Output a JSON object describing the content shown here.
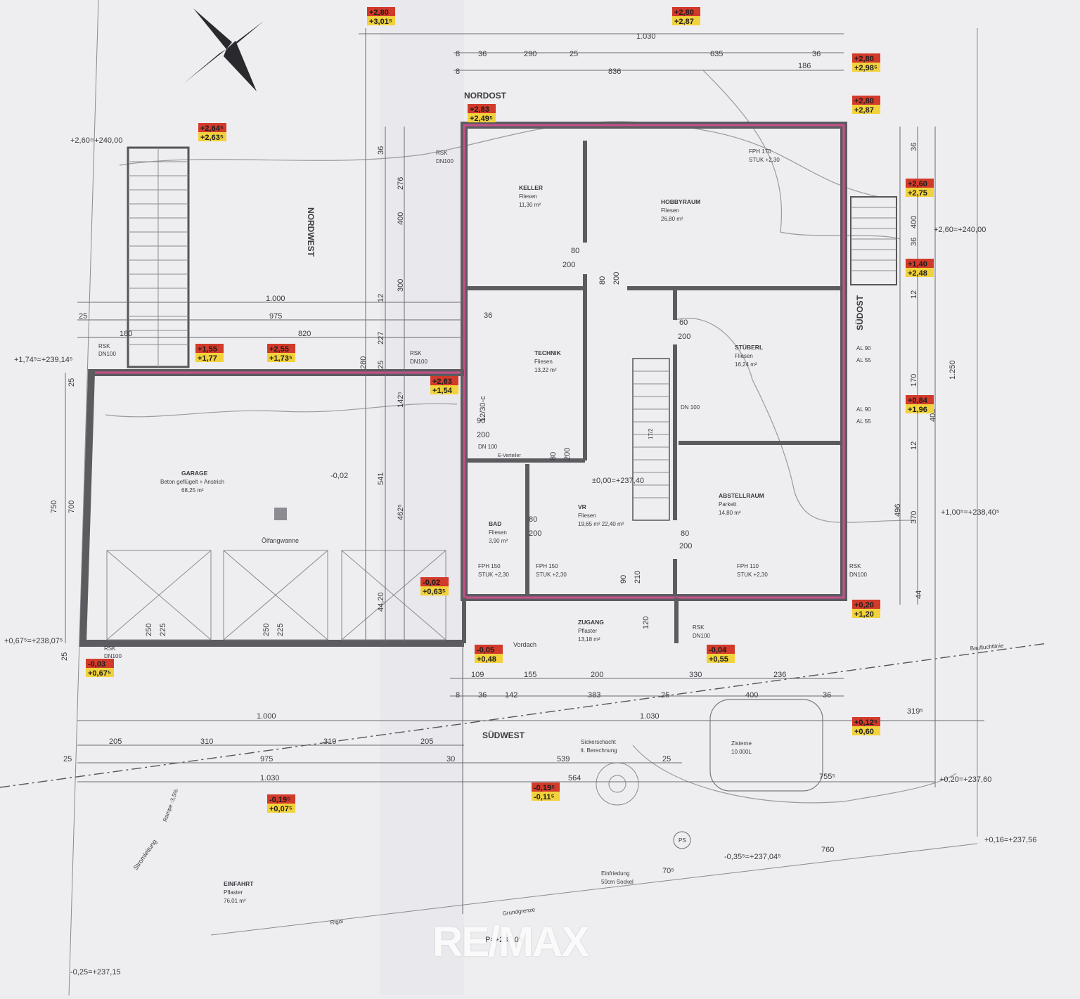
{
  "directions": {
    "nordost": "NORDOST",
    "nordwest": "NORDWEST",
    "suedost": "SÜDOST",
    "suedwest": "SÜDWEST"
  },
  "rooms": {
    "keller": {
      "name": "KELLER",
      "floor": "Fliesen",
      "area": "11,30 m²"
    },
    "hobbyraum": {
      "name": "HOBBYRAUM",
      "floor": "Fliesen",
      "area": "26,80 m²"
    },
    "technik": {
      "name": "TECHNIK",
      "floor": "Fliesen",
      "area": "13,22 m²"
    },
    "stueberl": {
      "name": "STÜBERL",
      "floor": "Fliesen",
      "area": "16,24 m²"
    },
    "garage": {
      "name": "GARAGE",
      "floor": "Beton geflügelt + Anstrich",
      "area": "68,25 m²"
    },
    "bad": {
      "name": "BAD",
      "floor": "Fliesen",
      "area": "3,90 m²"
    },
    "vr": {
      "name": "VR",
      "floor": "Fliesen",
      "area": "19,65 m² 22,40 m²"
    },
    "abstellraum": {
      "name": "ABSTELLRAUM",
      "floor": "Parkett",
      "area": "14,80 m²"
    },
    "zugang": {
      "name": "ZUGANG",
      "floor": "Pflaster",
      "area": "13,18 m²"
    },
    "einfahrt": {
      "name": "EINFAHRT",
      "floor": "Pflaster",
      "area": "76,01 m²"
    }
  },
  "labels": {
    "oelfangwanne": "Ölfangwanne",
    "vordach": "Vordach",
    "zisterne": "Zisterne",
    "zisterne_vol": "10.000L",
    "sickerschacht": "Sickerschacht",
    "sickerschacht2": "lt. Berechnung",
    "rampe": "Rampe -3,5%",
    "stromleitung": "Stromleitung",
    "rsk": "RSK",
    "dn100": "DN100",
    "dn100b": "DN 100",
    "ewasser": "E-Verteiler",
    "ps": "PS",
    "einfriedung": "Einfriedung",
    "sockel": "50cm Sockel",
    "grundgrenze": "Grundgrenze",
    "rigol": "Rigol",
    "baufluchtlinie": "Baufluchtlinie",
    "zero_level": "±0,00=+237,40",
    "level_02": "-0,02",
    "fph170": "FPH 170",
    "stuk230": "STUK +2,30",
    "fph150": "FPH 150",
    "fph110": "FPH 110",
    "al90": "AL 90",
    "al55": "AL 55",
    "remax": "RE/MAX"
  },
  "levels": [
    {
      "top": "+2,80",
      "bottom": "+3,01⁵"
    },
    {
      "top": "+2,80",
      "bottom": "+2,87"
    },
    {
      "top": "+2,80",
      "bottom": "+2,98⁵"
    },
    {
      "top": "+2,80",
      "bottom": "+2,87"
    },
    {
      "top": "+2,83",
      "bottom": "+2,49⁵"
    },
    {
      "top": "+2,64⁵",
      "bottom": "+2,63⁵"
    },
    {
      "top": "+2,60",
      "bottom": "+2,75"
    },
    {
      "top": "+1,40",
      "bottom": "+2,48"
    },
    {
      "top": "+1,55",
      "bottom": "+1,77"
    },
    {
      "top": "+2,55",
      "bottom": "+1,73⁵"
    },
    {
      "top": "+2,83",
      "bottom": "+1,54"
    },
    {
      "top": "+0,84",
      "bottom": "+1,96"
    },
    {
      "top": "-0,02",
      "bottom": "+0,63⁵"
    },
    {
      "top": "+0,20",
      "bottom": "+1,20"
    },
    {
      "top": "-0,05",
      "bottom": "+0,48"
    },
    {
      "top": "-0,04",
      "bottom": "+0,55"
    },
    {
      "top": "-0,03",
      "bottom": "+0,67⁵"
    },
    {
      "top": "+0,12⁵",
      "bottom": "+0,60"
    },
    {
      "top": "-0,19⁵",
      "bottom": "+0,07⁵"
    },
    {
      "top": "-0,19⁵",
      "bottom": "-0,11⁵"
    }
  ],
  "elevations": [
    "+2,60=+240,00",
    "+2,60=+240,00",
    "+1,74⁵=+239,14⁵",
    "+1,00⁵=+238,40⁵",
    "+0,67⁵=+238,07⁵",
    "+0,20=+237,60",
    "+0,16=+237,56",
    "-0,35⁵=+237,04⁵",
    "-0,25=+237,15",
    "P=+237,09"
  ],
  "dims_top": [
    "1.030",
    "8",
    "36",
    "290",
    "25",
    "635",
    "36",
    "8",
    "836",
    "186"
  ],
  "dims_bottom": [
    "109",
    "155",
    "200",
    "330",
    "236",
    "8",
    "36",
    "142",
    "383",
    "25",
    "400",
    "36",
    "1.000",
    "1.030",
    "319⁵",
    "205",
    "310",
    "310",
    "205",
    "30",
    "539",
    "25",
    "25",
    "975",
    "564",
    "755⁵",
    "1.030",
    "760",
    "70⁵"
  ],
  "dims_left": [
    "1.000",
    "975",
    "820",
    "25",
    "180",
    "750",
    "700",
    "25",
    "25",
    "36",
    "276",
    "400",
    "300",
    "227",
    "12",
    "280",
    "541",
    "462⁵",
    "142⁵",
    "25",
    "44,20",
    "36"
  ],
  "dims_right": [
    "36",
    "400",
    "12",
    "170",
    "406",
    "1.250",
    "496",
    "370",
    "12",
    "44",
    "36"
  ],
  "dims_misc": [
    "80",
    "200",
    "80",
    "200",
    "60",
    "200",
    "80",
    "200",
    "90",
    "200",
    "80",
    "200",
    "80",
    "200",
    "90",
    "210",
    "120",
    "250",
    "225",
    "250",
    "225",
    "12/30-c",
    "17/2"
  ]
}
